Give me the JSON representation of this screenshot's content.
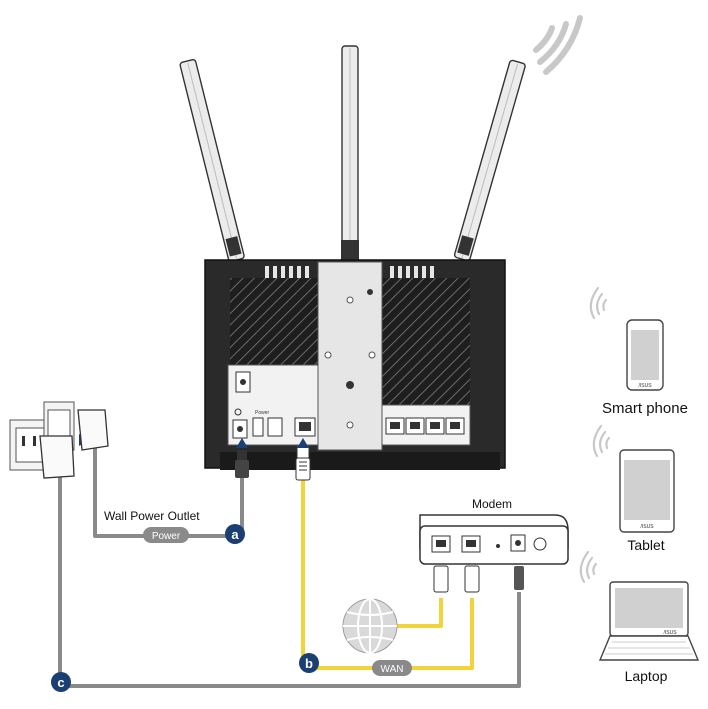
{
  "labels": {
    "wall_outlet": "Wall Power Outlet",
    "power": "Power",
    "wan": "WAN",
    "modem": "Modem",
    "smart_phone": "Smart phone",
    "tablet": "Tablet",
    "laptop": "Laptop",
    "router_power_label": "Power",
    "asus": "/ISUS"
  },
  "badges": {
    "a": "a",
    "b": "b",
    "c": "c"
  },
  "colors": {
    "wan_cable": "#f2d33a",
    "power_cable": "#8a8a8a",
    "badge": "#1b3f73",
    "router_body": "#2a2a2a",
    "wifi_waves": "#c8c8c8"
  }
}
